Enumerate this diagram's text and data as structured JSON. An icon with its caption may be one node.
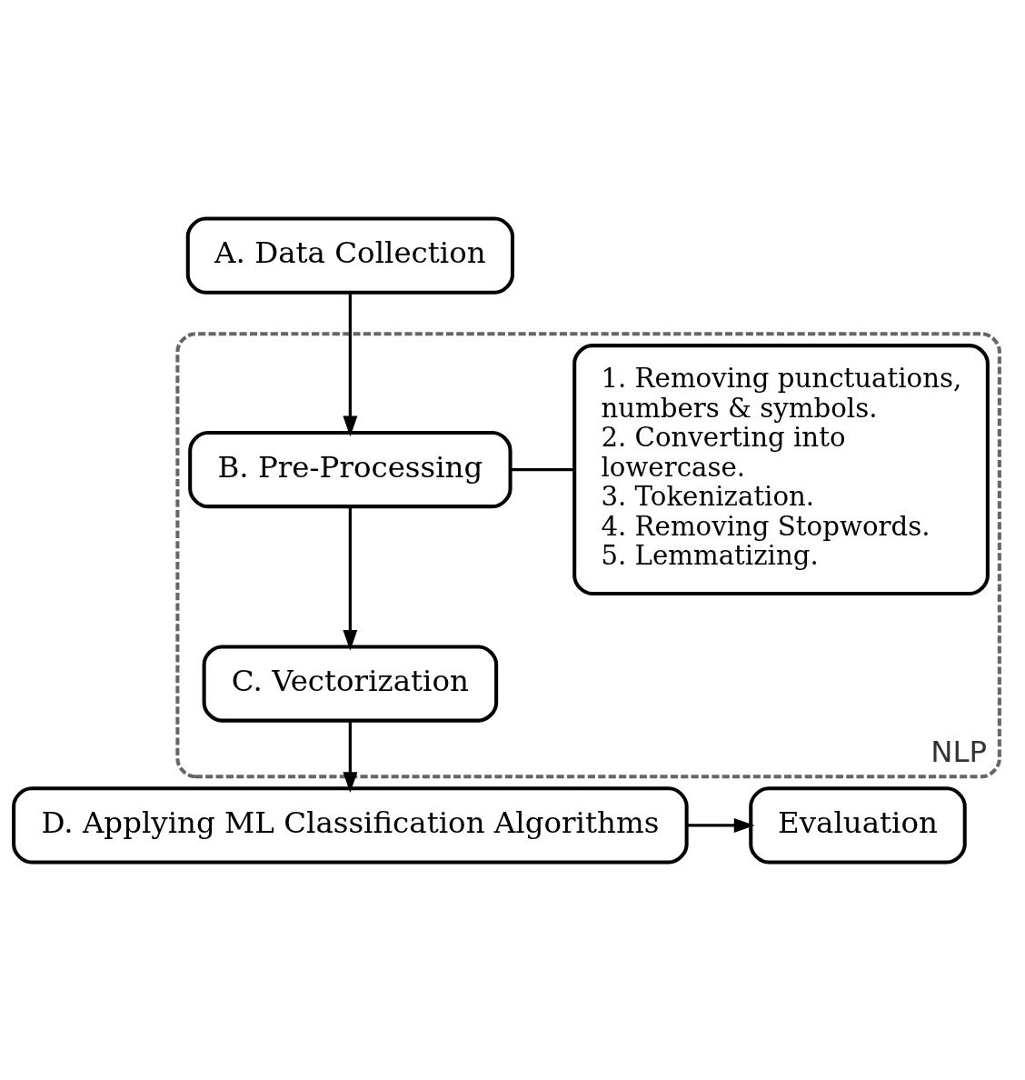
{
  "diagram": {
    "nodes": [
      {
        "text": [
          "A. Data Collection"
        ]
      },
      {
        "text": [
          "NLP"
        ]
      },
      {
        "text": [
          "B. Pre-Processing"
        ],
        "in": 1
      },
      {
        "text": [
          "C. Vectorization"
        ],
        "in": 1
      },
      {
        "text": [
          "1. Removing punctuations, numbers & symbols.",
          "2. Converting into lowercase.",
          "3. Tokenization.",
          "4. Removing Stopwords.",
          "5. Lemmatizing."
        ],
        "in": 1
      },
      {
        "text": [
          "D. Applying ML Classification Algorithms"
        ]
      },
      {
        "text": [
          "Evaluation"
        ]
      }
    ],
    "edges": [
      {
        "from": 0,
        "to": 2,
        "arrow": "to"
      },
      {
        "from": 2,
        "to": 3,
        "arrow": "to"
      },
      {
        "from": 2,
        "to": 4,
        "arrow": "none"
      },
      {
        "from": 3,
        "to": 5,
        "arrow": "to"
      },
      {
        "from": 5,
        "to": 6,
        "arrow": "to"
      }
    ]
  }
}
